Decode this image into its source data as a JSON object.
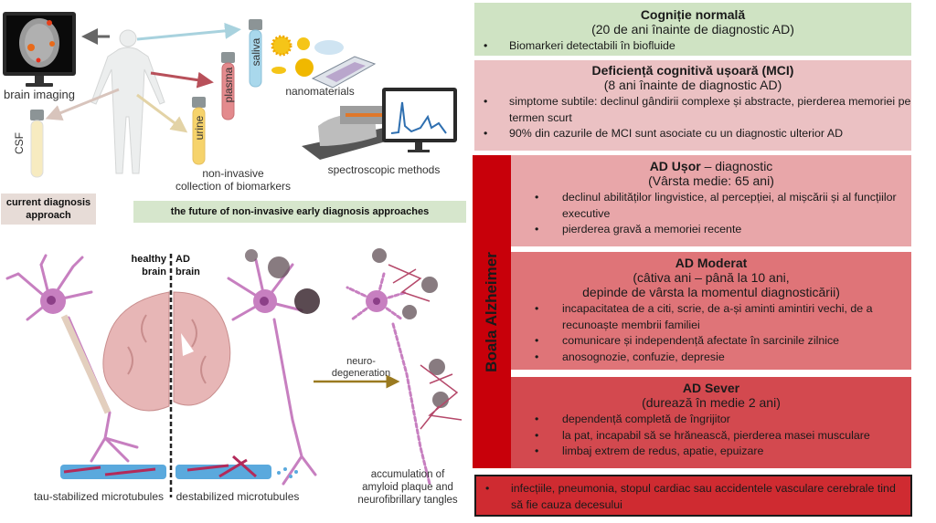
{
  "left_panel": {
    "top": {
      "brain_imaging_label": "brain imaging",
      "tubes": [
        {
          "name": "CSF",
          "color": "#f6e7b8"
        },
        {
          "name": "urine",
          "color": "#f6d36b"
        },
        {
          "name": "plasma",
          "color": "#e6868a"
        },
        {
          "name": "saliva",
          "color": "#a6d6ea"
        }
      ],
      "nanomaterials_label": "nanomaterials",
      "spectroscopic_label": "spectroscopic methods",
      "noninvasive_label_line1": "non-invasive",
      "noninvasive_label_line2": "collection of biomarkers",
      "current_diagnosis_line1": "current diagnosis",
      "current_diagnosis_line2": "approach",
      "future_approaches": "the future of non-invasive early diagnosis approaches"
    },
    "bottom": {
      "healthy_line1": "healthy",
      "healthy_line2": "brain",
      "ad_line1": "AD",
      "ad_line2": "brain",
      "neuro_line1": "neuro-",
      "neuro_line2": "degeneration",
      "tau_label": "tau-stabilized microtubules",
      "destab_label": "destabilized microtubules",
      "accum_line1": "accumulation of",
      "accum_line2": "amyloid plaque and",
      "accum_line3": "neurofibrillary tangles"
    }
  },
  "right_panel": {
    "colors": {
      "normal": "#cfe3c3",
      "mci": "#ebc1c3",
      "mild": "#e8a6a9",
      "moderate": "#df7478",
      "severe": "#d3494f",
      "death": "#cf2b31",
      "side_bar": "#c8000a"
    },
    "normal": {
      "title": "Cogniție normală",
      "subtitle": "(20 de ani înainte de diagnostic AD)",
      "bullets": [
        "Biomarkeri detectabili în biofluide"
      ]
    },
    "mci": {
      "title": "Deficiență cognitivă ușoară (MCI)",
      "subtitle": "(8 ani înainte de diagnostic AD)",
      "bullets": [
        "simptome subtile: declinul gândirii complexe și abstracte, pierderea memoriei pe termen scurt",
        "90% din cazurile de MCI sunt asociate cu un diagnostic ulterior AD"
      ]
    },
    "side_label": "Boala Alzheimer",
    "mild": {
      "title_bold": "AD Ușor",
      "title_rest": " – diagnostic",
      "subtitle": "(Vârsta medie: 65 ani)",
      "bullets": [
        "declinul abilităților lingvistice, al percepției, al mișcării și al funcțiilor executive",
        "pierderea gravă a memoriei recente"
      ]
    },
    "moderate": {
      "title": "AD Moderat",
      "subtitle_line1": "(câtiva ani – până la 10 ani,",
      "subtitle_line2": "depinde de vârsta la momentul diagnosticării)",
      "bullets": [
        "incapacitatea de a citi, scrie, de a-și aminti amintiri vechi, de a recunoaște membrii familiei",
        "comunicare și independență afectate în sarcinile zilnice",
        "anosognozie, confuzie, depresie"
      ]
    },
    "severe": {
      "title": "AD Sever",
      "subtitle": "(durează în medie 2 ani)",
      "bullets": [
        "dependență completă de îngrijitor",
        "la pat, incapabil să se hrănească, pierderea masei musculare",
        "limbaj extrem de redus, apatie, epuizare"
      ]
    },
    "death": {
      "bullets": [
        "infecțiile, pneumonia, stopul cardiac sau accidentele vasculare cerebrale tind să fie cauza decesului"
      ]
    }
  }
}
